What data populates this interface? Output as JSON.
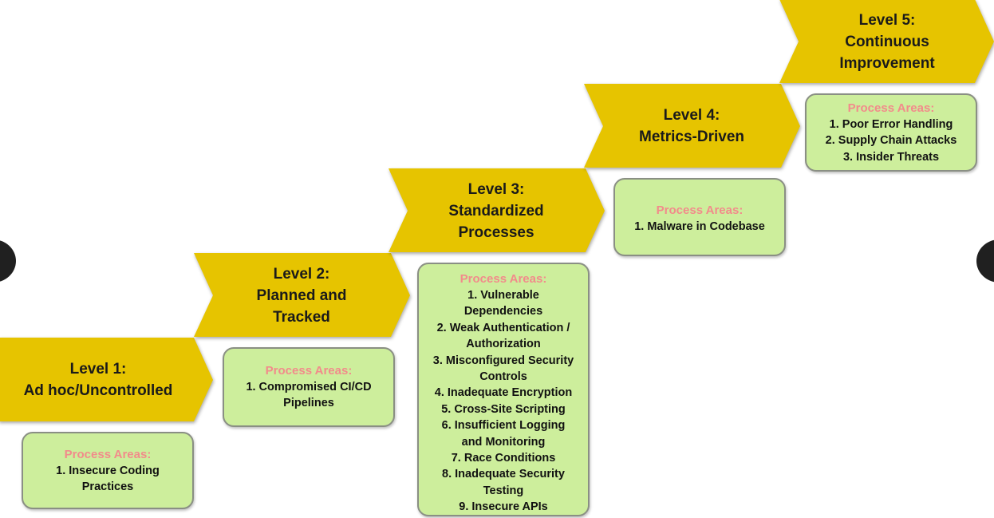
{
  "colors": {
    "chevron_fill": "#e6c400",
    "box_fill": "#cdee9c",
    "box_border": "#8a8f84",
    "process_areas_text": "#f28b8b",
    "nav_button": "#202020"
  },
  "levels": [
    {
      "title_lines": [
        "Level 1:",
        "Ad hoc/Uncontrolled"
      ],
      "process_areas_label": "Process Areas:",
      "items": [
        "1. Insecure Coding",
        "Practices"
      ]
    },
    {
      "title_lines": [
        "Level 2:",
        "Planned and",
        "Tracked"
      ],
      "process_areas_label": "Process Areas:",
      "items": [
        "1. Compromised CI/CD",
        "Pipelines"
      ]
    },
    {
      "title_lines": [
        "Level 3:",
        "Standardized",
        "Processes"
      ],
      "process_areas_label": "Process Areas:",
      "items": [
        "1. Vulnerable",
        "Dependencies",
        "2. Weak Authentication /",
        "Authorization",
        "3. Misconfigured Security",
        "Controls",
        "4. Inadequate Encryption",
        "5. Cross-Site Scripting",
        "6. Insufficient Logging",
        "and Monitoring",
        "7. Race Conditions",
        "8. Inadequate Security",
        "Testing",
        "9. Insecure APIs"
      ]
    },
    {
      "title_lines": [
        "Level 4:",
        "Metrics-Driven"
      ],
      "process_areas_label": "Process Areas:",
      "items": [
        "1. Malware in Codebase"
      ]
    },
    {
      "title_lines": [
        "Level 5:",
        "Continuous",
        "Improvement"
      ],
      "process_areas_label": "Process Areas:",
      "items": [
        "1. Poor Error Handling",
        "2. Supply Chain Attacks",
        "3. Insider Threats"
      ]
    }
  ],
  "navigation": {
    "previous_icon": "chevron-left-icon",
    "next_icon": "chevron-right-icon"
  }
}
